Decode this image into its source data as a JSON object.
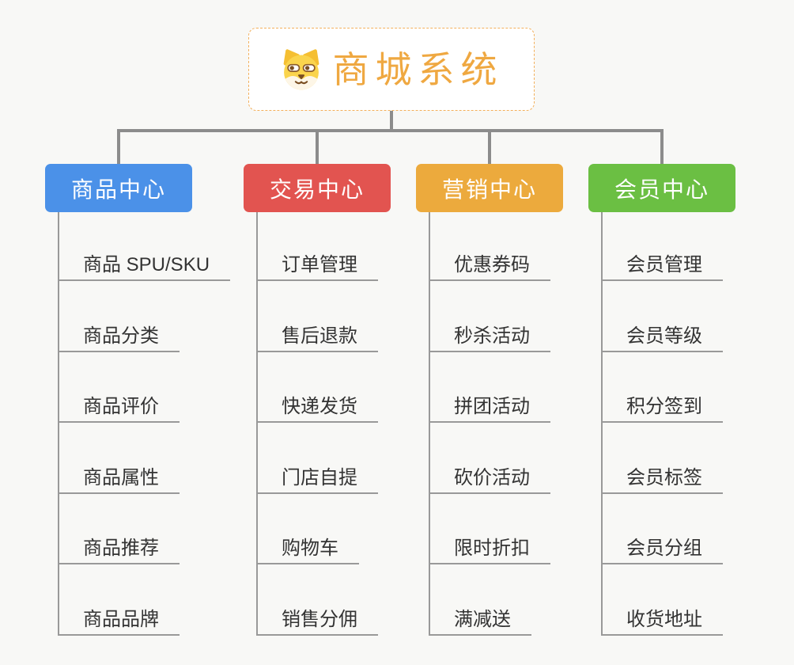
{
  "page": {
    "background_color": "#f8f8f6",
    "connector_color": "#8c8c8c",
    "rail_color": "#999999",
    "leaf_text_color": "#333333"
  },
  "root": {
    "title": "商城系统",
    "icon": "dog-face-icon",
    "text_color": "#efa841",
    "border_color": "#f3b05c",
    "background": "#ffffff"
  },
  "branches": [
    {
      "label": "商品中心",
      "color": "#4b91e8",
      "children": [
        "商品 SPU/SKU",
        "商品分类",
        "商品评价",
        "商品属性",
        "商品推荐",
        "商品品牌"
      ]
    },
    {
      "label": "交易中心",
      "color": "#e25450",
      "children": [
        "订单管理",
        "售后退款",
        "快递发货",
        "门店自提",
        "购物车",
        "销售分佣"
      ]
    },
    {
      "label": "营销中心",
      "color": "#ecaa3d",
      "children": [
        "优惠券码",
        "秒杀活动",
        "拼团活动",
        "砍价活动",
        "限时折扣",
        "满减送"
      ]
    },
    {
      "label": "会员中心",
      "color": "#6bbf43",
      "children": [
        "会员管理",
        "会员等级",
        "积分签到",
        "会员标签",
        "会员分组",
        "收货地址"
      ]
    }
  ]
}
